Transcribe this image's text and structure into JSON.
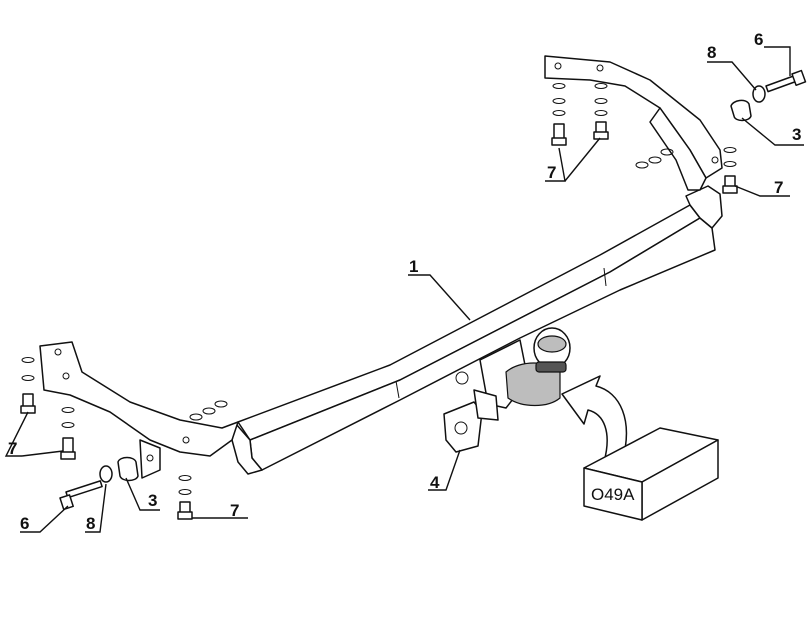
{
  "diagram": {
    "callouts": {
      "main_bar": "1",
      "spacer_right": "3",
      "spacer_left": "3",
      "socket_bracket": "4",
      "bolt_right": "6",
      "bolt_left": "6",
      "bolts_right_pair": "7",
      "bolt_right_end": "7",
      "bolts_left_pair": "7",
      "bolt_left_lower": "7",
      "washer_right": "8",
      "washer_left": "8"
    },
    "package_label": "O49A",
    "icons": [
      "ball-hitch-icon",
      "arrow-icon",
      "package-box-icon"
    ]
  }
}
